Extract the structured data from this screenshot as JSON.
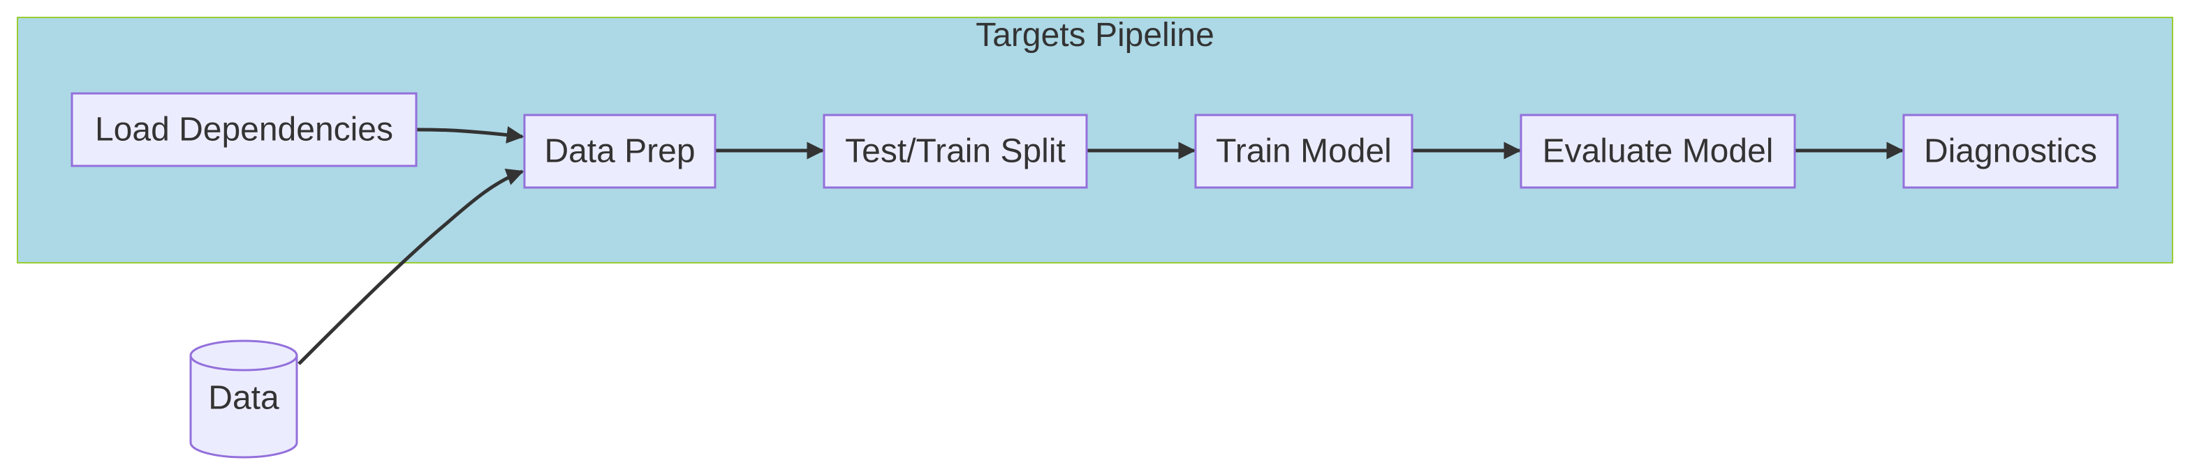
{
  "cluster": {
    "label": "Targets Pipeline",
    "fill": "#ADD8E6",
    "stroke": "#9ACD32"
  },
  "node_style": {
    "fill": "#ECECFF",
    "stroke": "#9370DB",
    "text_color": "#333333"
  },
  "edge_color": "#333333",
  "nodes": {
    "load_dependencies": {
      "label": "Load Dependencies",
      "shape": "rect"
    },
    "data_prep": {
      "label": "Data Prep",
      "shape": "rect"
    },
    "test_train_split": {
      "label": "Test/Train Split",
      "shape": "rect"
    },
    "train_model": {
      "label": "Train Model",
      "shape": "rect"
    },
    "evaluate_model": {
      "label": "Evaluate Model",
      "shape": "rect"
    },
    "diagnostics": {
      "label": "Diagnostics",
      "shape": "rect"
    },
    "data": {
      "label": "Data",
      "shape": "cylinder"
    }
  },
  "edges": [
    {
      "from": "load_dependencies",
      "to": "data_prep"
    },
    {
      "from": "data",
      "to": "data_prep"
    },
    {
      "from": "data_prep",
      "to": "test_train_split"
    },
    {
      "from": "test_train_split",
      "to": "train_model"
    },
    {
      "from": "train_model",
      "to": "evaluate_model"
    },
    {
      "from": "evaluate_model",
      "to": "diagnostics"
    }
  ]
}
